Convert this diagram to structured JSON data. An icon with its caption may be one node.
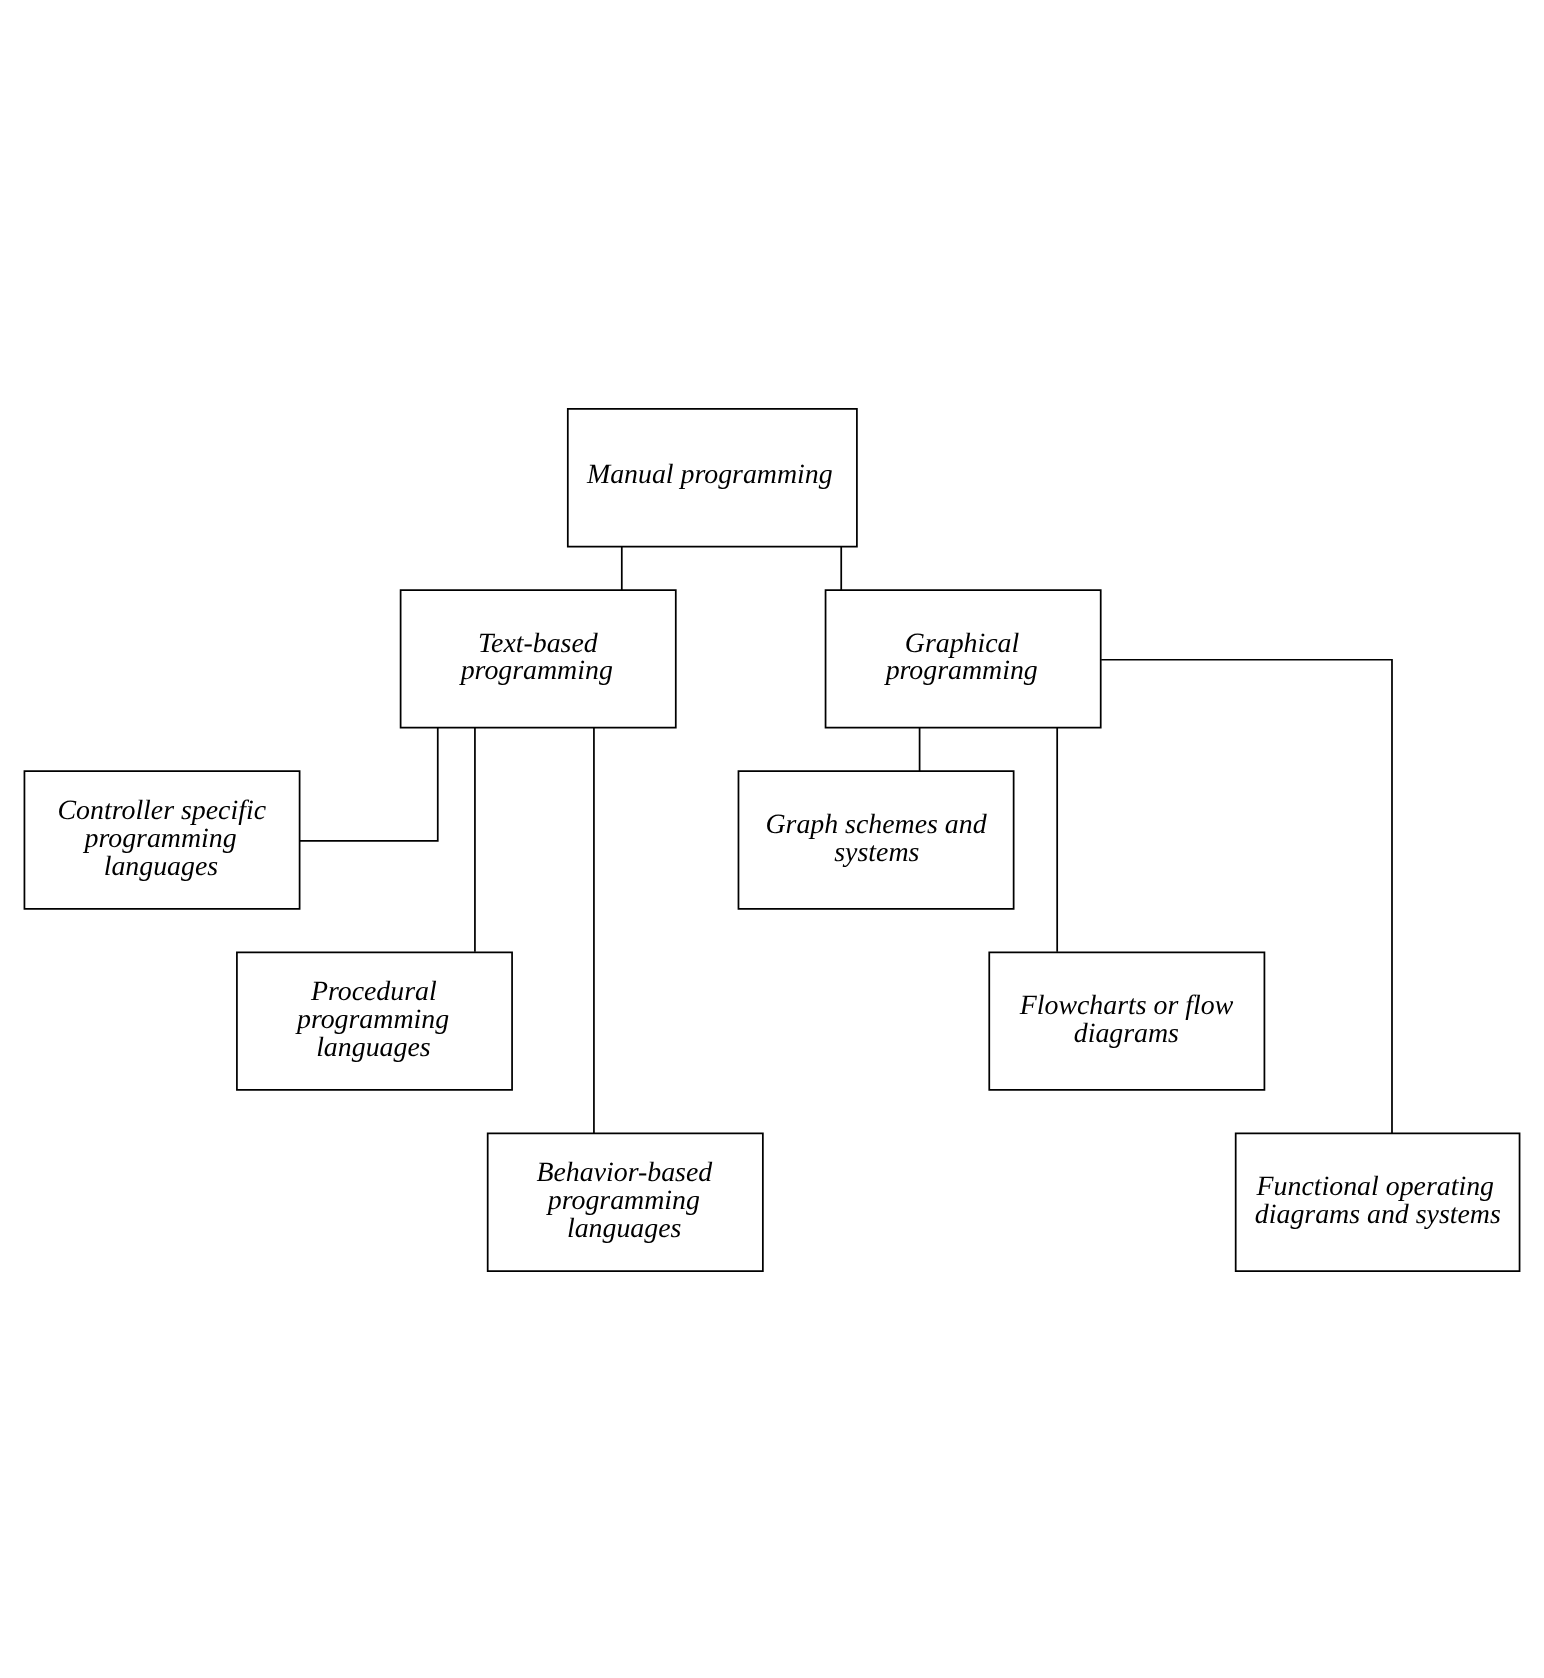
{
  "diagram": {
    "nodes": [
      {
        "text": [
          "Manual programming"
        ]
      },
      {
        "text": [
          "Text-based programming"
        ]
      },
      {
        "text": [
          "Graphical programming"
        ]
      },
      {
        "text": [
          "Controller specific programming languages"
        ]
      },
      {
        "text": [
          "Procedural programming languages"
        ]
      },
      {
        "text": [
          "Behavior-based programming languages"
        ]
      },
      {
        "text": [
          "Graph schemes and systems"
        ]
      },
      {
        "text": [
          "Flowcharts or flow diagrams"
        ]
      },
      {
        "text": [
          "Functional operating diagrams and systems"
        ]
      }
    ],
    "edges": [
      {
        "from": 0,
        "to": 1,
        "arrow": "none"
      },
      {
        "from": 0,
        "to": 2,
        "arrow": "none"
      },
      {
        "from": 1,
        "to": 3,
        "arrow": "none"
      },
      {
        "from": 1,
        "to": 4,
        "arrow": "none"
      },
      {
        "from": 1,
        "to": 5,
        "arrow": "none"
      },
      {
        "from": 2,
        "to": 6,
        "arrow": "none"
      },
      {
        "from": 2,
        "to": 7,
        "arrow": "none"
      },
      {
        "from": 2,
        "to": 8,
        "arrow": "none"
      }
    ]
  }
}
